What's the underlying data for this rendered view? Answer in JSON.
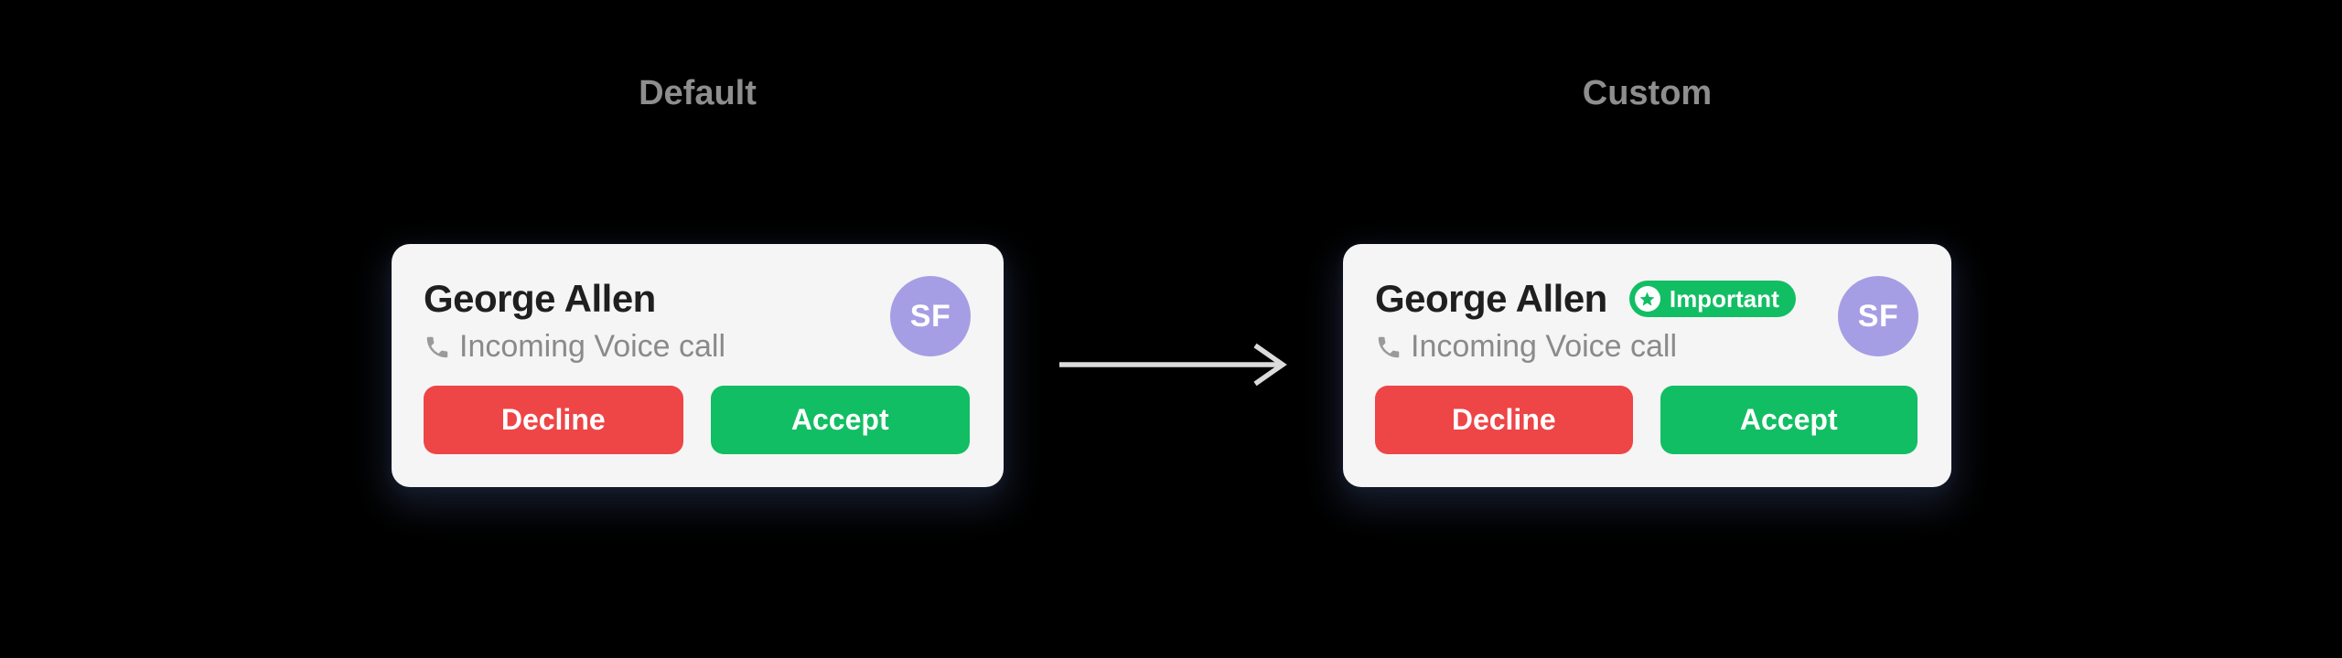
{
  "background_color": "#000000",
  "colors": {
    "card_background": "#F5F5F6",
    "name_text": "#1F1F1F",
    "muted_text": "#8A8A8A",
    "section_title_text": "#8E8E8E",
    "decline_red": "#EE4546",
    "accept_green": "#12BE63",
    "badge_green": "#12BE63",
    "avatar_purple": "#A59EE4",
    "arrow_gray": "#DBDBDB",
    "button_text": "#FFFFFF"
  },
  "icons": {
    "phone": "phone-icon",
    "badge_star": "star-icon",
    "arrow": "arrow-right-icon"
  },
  "arrow": {
    "direction": "right"
  },
  "panels": [
    {
      "title": "Default",
      "card": {
        "name": "George Allen",
        "subtitle": "Incoming Voice call",
        "avatar_initials": "SF",
        "buttons": {
          "decline": "Decline",
          "accept": "Accept"
        }
      }
    },
    {
      "title": "Custom",
      "card": {
        "name": "George Allen",
        "badge": {
          "label": "Important"
        },
        "subtitle": "Incoming Voice call",
        "avatar_initials": "SF",
        "buttons": {
          "decline": "Decline",
          "accept": "Accept"
        }
      }
    }
  ]
}
